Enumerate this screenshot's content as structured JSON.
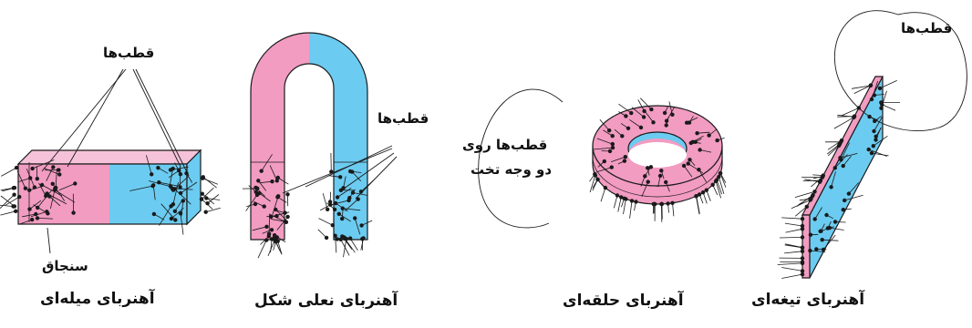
{
  "labels": {
    "poles_bar": "قطب‌ها",
    "pins": "سنجاق",
    "bar_magnet": "آهنربای میله‌ای",
    "poles_horseshoe": "قطب‌ها",
    "horseshoe_magnet": "آهنربای نعلی شکل",
    "ring_poles_line1": "قطب‌ها روی",
    "ring_poles_line2": "دو وجه تخت",
    "ring_magnet": "آهنربای حلقه‌ای",
    "poles_blade": "قطب‌ها",
    "blade_magnet": "آهنربای تیغه‌ای"
  },
  "colors": {
    "pink": "#f29cc2",
    "blue": "#6ccbf0",
    "outline": "#1a1a1a",
    "text": "#111111"
  }
}
